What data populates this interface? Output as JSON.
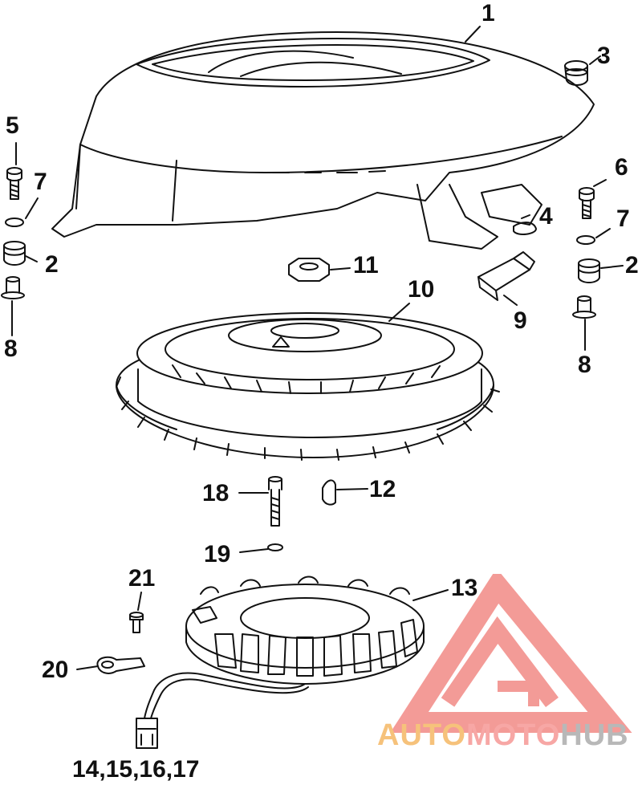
{
  "diagram": {
    "callouts": {
      "c1": "1",
      "c2a": "2",
      "c2b": "2",
      "c3": "3",
      "c4": "4",
      "c5": "5",
      "c6": "6",
      "c7a": "7",
      "c7b": "7",
      "c8a": "8",
      "c8b": "8",
      "c9": "9",
      "c10": "10",
      "c11": "11",
      "c12": "12",
      "c13": "13",
      "c14_17": "14,15,16,17",
      "c18": "18",
      "c19": "19",
      "c20": "20",
      "c21": "21"
    }
  },
  "watermark": {
    "part1": "AUTO",
    "part2": "MOTO",
    "part3": "HUB",
    "colors": {
      "auto": "#f6c27b",
      "moto": "#f7a7a5",
      "hub": "#b8b8b8",
      "logo": "#f28a86"
    }
  }
}
